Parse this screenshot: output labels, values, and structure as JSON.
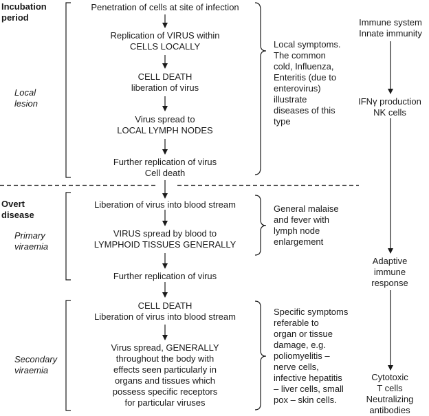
{
  "phases": {
    "incubation": "Incubation\nperiod",
    "overt": "Overt\ndisease"
  },
  "stage_labels": {
    "local_lesion": "Local\nlesion",
    "primary_viraemia": "Primary\nviraemia",
    "secondary_viraemia": "Secondary\nviraemia"
  },
  "steps": [
    "Penetration of cells at site of infection",
    "Replication of VIRUS within\nCELLS LOCALLY",
    "CELL DEATH\nliberation of virus",
    "Virus spread to\nLOCAL LYMPH NODES",
    "Further replication of virus\nCell death",
    "Liberation of virus into blood stream",
    "VIRUS spread by blood to\nLYMPHOID TISSUES GENERALLY",
    "Further replication of virus",
    "CELL DEATH\nLiberation of virus into blood stream",
    "Virus spread, GENERALLY\nthroughout the body with\neffects seen particularly in\norgans and tissues which\npossess specific receptors\nfor particular viruses"
  ],
  "symptoms": {
    "local": "Local symptoms.\nThe common\ncold, Influenza,\nEnteritis (due to\nenterovirus)\nillustrate\ndiseases of this\ntype",
    "general": "General malaise\nand fever with\nlymph node\nenlargement",
    "specific": "Specific symptoms\nreferable to\norgan or tissue\ndamage, e.g.\npoliomyelitis –\nnerve cells,\ninfective hepatitis\n– liver cells, small\npox – skin cells."
  },
  "immune": {
    "header": "Immune system\nInnate immunity",
    "innate": "IFNγ production\nNK cells",
    "adaptive": "Adaptive\nimmune\nresponse",
    "effectors": "Cytotoxic\nT cells\nNeutralizing\nantibodies"
  }
}
